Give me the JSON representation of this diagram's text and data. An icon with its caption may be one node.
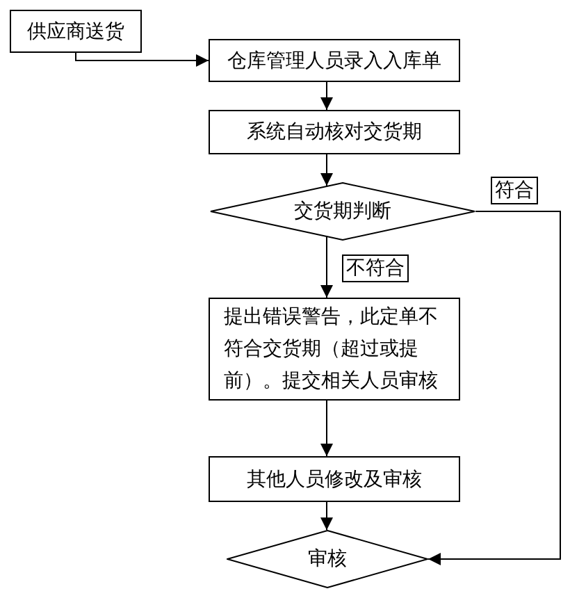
{
  "diagram": {
    "nodes": [
      {
        "text": [
          "供应商送货"
        ]
      },
      {
        "text": [
          "仓库管理人员录入入库单"
        ]
      },
      {
        "text": [
          "系统自动核对交货期"
        ]
      },
      {
        "text": [
          "交货期判断"
        ]
      },
      {
        "text": [
          "提出错误警告，此定单不符合交货期（超过或提前）。提交相关人员审核"
        ]
      },
      {
        "text": [
          "其他人员修改及审核"
        ]
      },
      {
        "text": [
          "审核"
        ]
      }
    ],
    "edges": [
      {
        "from": 0,
        "to": 1,
        "arrow": "to"
      },
      {
        "from": 1,
        "to": 2,
        "arrow": "to"
      },
      {
        "from": 2,
        "to": 3,
        "arrow": "to"
      },
      {
        "from": 3,
        "to": 4,
        "arrow": "to",
        "label": "不符合"
      },
      {
        "from": 4,
        "to": 5,
        "arrow": "to"
      },
      {
        "from": 5,
        "to": 6,
        "arrow": "to"
      },
      {
        "from": 3,
        "to": 6,
        "arrow": "to",
        "label": "符合"
      }
    ]
  }
}
